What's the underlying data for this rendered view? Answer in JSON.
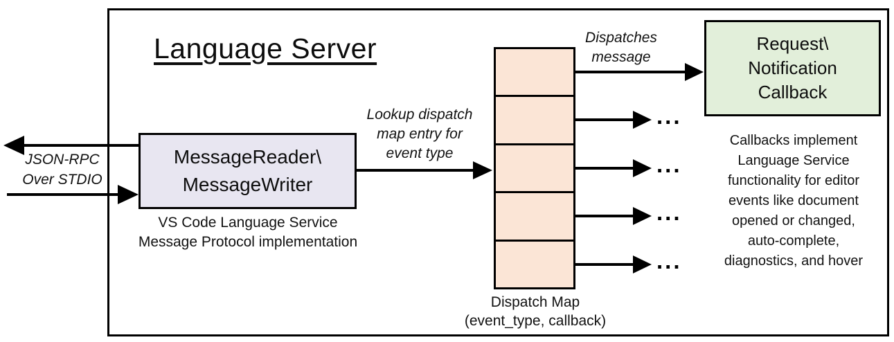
{
  "diagram": {
    "title": "Language Server",
    "io_label": "JSON-RPC\nOver STDIO",
    "message_box": {
      "label": "MessageReader\\\nMessageWriter",
      "caption": "VS Code Language Service\nMessage Protocol implementation"
    },
    "lookup_label": "Lookup dispatch\nmap entry for\nevent type",
    "dispatches_label": "Dispatches\nmessage",
    "dispatch_map": {
      "caption": "Dispatch Map\n(event_type, callback)",
      "row_count": 5
    },
    "callback_box": {
      "label": "Request\\\nNotification\nCallback"
    },
    "callbacks_note": "Callbacks implement\nLanguage Service\nfunctionality for editor\nevents like document\nopened or changed,\nauto-complete,\ndiagnostics, and hover",
    "ellipsis": "...",
    "colors": {
      "message_box_fill": "#e8e6f1",
      "dispatch_map_fill": "#fbe5d6",
      "callback_box_fill": "#e2efda",
      "stroke": "#000000",
      "background": "#ffffff"
    }
  }
}
